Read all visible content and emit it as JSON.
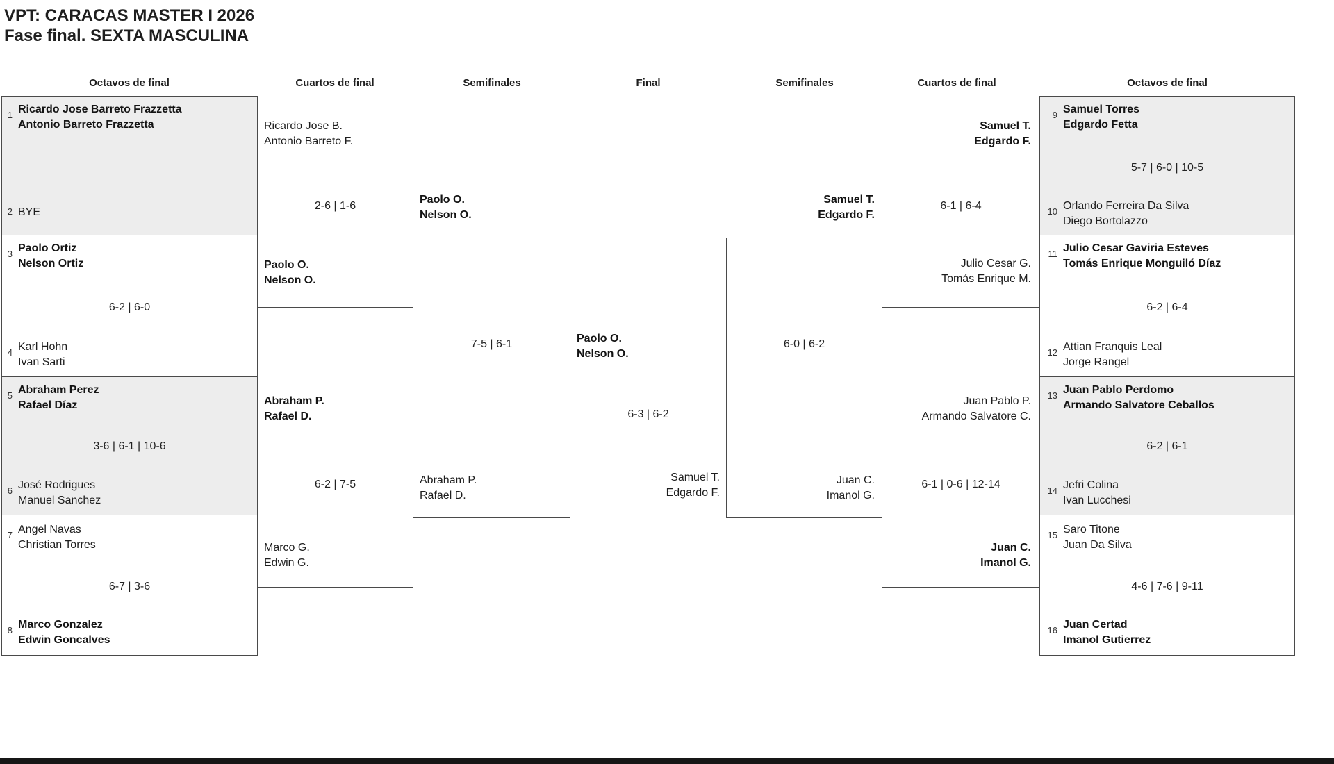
{
  "title": "VPT: CARACAS MASTER I 2026",
  "subtitle": "Fase final. SEXTA MASCULINA",
  "round_headers": {
    "octavos_left": "Octavos de final",
    "cuartos_left": "Cuartos de final",
    "semis_left": "Semifinales",
    "final": "Final",
    "semis_right": "Semifinales",
    "cuartos_right": "Cuartos de final",
    "octavos_right": "Octavos de final"
  },
  "bracket": {
    "octavos_left": [
      {
        "seed_top": "1",
        "top": [
          "Ricardo Jose Barreto Frazzetta",
          "Antonio Barreto Frazzetta"
        ],
        "score": "",
        "seed_bottom": "2",
        "bottom": [
          "BYE",
          ""
        ]
      },
      {
        "seed_top": "3",
        "top": [
          "Paolo Ortiz",
          "Nelson Ortiz"
        ],
        "score": "6-2 | 6-0",
        "seed_bottom": "4",
        "bottom": [
          "Karl Hohn",
          "Ivan Sarti"
        ]
      },
      {
        "seed_top": "5",
        "top": [
          "Abraham Perez",
          "Rafael Díaz"
        ],
        "score": "3-6 | 6-1 | 10-6",
        "seed_bottom": "6",
        "bottom": [
          "José Rodrigues",
          "Manuel Sanchez"
        ]
      },
      {
        "seed_top": "7",
        "top": [
          "Angel Navas",
          "Christian Torres"
        ],
        "score": "6-7 | 3-6",
        "seed_bottom": "8",
        "bottom": [
          "Marco Gonzalez",
          "Edwin Goncalves"
        ]
      }
    ],
    "cuartos_left": [
      {
        "top": [
          "Ricardo Jose B.",
          "Antonio Barreto F."
        ],
        "score": "2-6 | 1-6",
        "bottom": [
          "Paolo O.",
          "Nelson O."
        ]
      },
      {
        "top": [
          "Abraham P.",
          "Rafael D."
        ],
        "score": "6-2 | 7-5",
        "bottom": [
          "Marco G.",
          "Edwin G."
        ]
      }
    ],
    "semifinal_left": {
      "top": [
        "Paolo O.",
        "Nelson O."
      ],
      "score": "7-5 | 6-1",
      "bottom": [
        "Abraham P.",
        "Rafael D."
      ]
    },
    "final": {
      "top": [
        "Paolo O.",
        "Nelson O."
      ],
      "score": "6-3 | 6-2",
      "bottom": [
        "Samuel T.",
        "Edgardo F."
      ]
    },
    "semifinal_right": {
      "top": [
        "Samuel T.",
        "Edgardo F."
      ],
      "score": "6-0 | 6-2",
      "bottom": [
        "Juan C.",
        "Imanol G."
      ]
    },
    "cuartos_right": [
      {
        "top": [
          "Samuel T.",
          "Edgardo F."
        ],
        "score": "6-1 | 6-4",
        "bottom": [
          "Julio Cesar G.",
          "Tomás Enrique M."
        ]
      },
      {
        "top": [
          "Juan Pablo P.",
          "Armando Salvatore C."
        ],
        "score": "6-1 | 0-6 | 12-14",
        "bottom": [
          "Juan C.",
          "Imanol G."
        ]
      }
    ],
    "octavos_right": [
      {
        "seed_top": "9",
        "top": [
          "Samuel Torres",
          "Edgardo Fetta"
        ],
        "score": "5-7 | 6-0 | 10-5",
        "seed_bottom": "10",
        "bottom": [
          "Orlando Ferreira Da Silva",
          "Diego Bortolazzo"
        ]
      },
      {
        "seed_top": "11",
        "top": [
          "Julio Cesar Gaviria Esteves",
          "Tomás Enrique Monguiló Díaz"
        ],
        "score": "6-2 | 6-4",
        "seed_bottom": "12",
        "bottom": [
          "Attian Franquis Leal",
          "Jorge Rangel"
        ]
      },
      {
        "seed_top": "13",
        "top": [
          "Juan Pablo Perdomo",
          "Armando Salvatore Ceballos"
        ],
        "score": "6-2 | 6-1",
        "seed_bottom": "14",
        "bottom": [
          "Jefri Colina",
          "Ivan Lucchesi"
        ]
      },
      {
        "seed_top": "15",
        "top": [
          "Saro Titone",
          "Juan Da Silva"
        ],
        "score": "4-6 | 7-6 | 9-11",
        "seed_bottom": "16",
        "bottom": [
          "Juan Certad",
          "Imanol Gutierrez"
        ]
      }
    ]
  }
}
